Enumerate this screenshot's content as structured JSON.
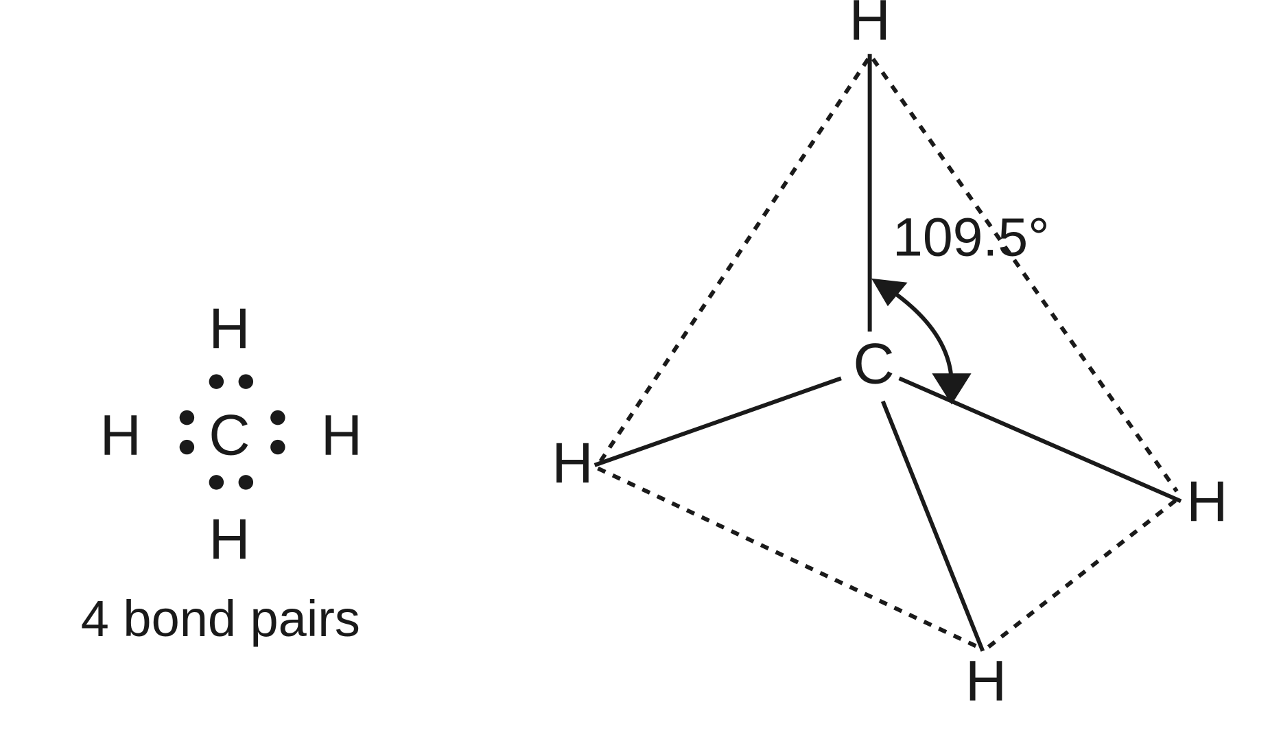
{
  "lewis": {
    "center_atom": "C",
    "top": "H",
    "left": "H",
    "right": "H",
    "bottom": "H",
    "caption": "4 bond pairs"
  },
  "tetrahedral": {
    "center_atom": "C",
    "top": "H",
    "left": "H",
    "right": "H",
    "bottom": "H",
    "angle_label": "109.5°"
  }
}
